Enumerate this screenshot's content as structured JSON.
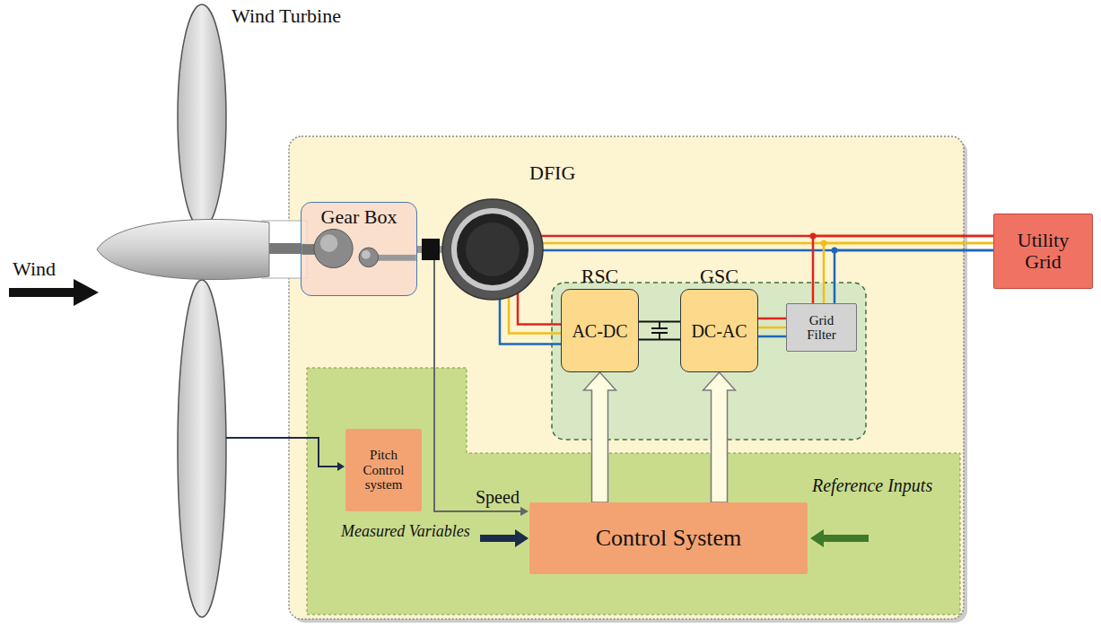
{
  "diagram": {
    "nodes": [
      {
        "text": [
          "Gear Box"
        ]
      },
      {
        "text": [
          "DFIG"
        ]
      },
      {
        "text": [
          "RSC",
          "AC-DC"
        ]
      },
      {
        "text": [
          "GSC",
          "DC-AC"
        ]
      },
      {
        "text": [
          "Grid Filter"
        ]
      },
      {
        "text": [
          "Utility Grid"
        ]
      },
      {
        "text": [
          "Pitch Control system"
        ]
      },
      {
        "text": [
          "Control System"
        ]
      }
    ],
    "edges": [
      {
        "from": 0,
        "to": 1,
        "arrow": "none"
      },
      {
        "from": 1,
        "to": 5,
        "arrow": "none"
      },
      {
        "from": 1,
        "to": 2,
        "arrow": "none"
      },
      {
        "from": 2,
        "to": 3,
        "arrow": "none"
      },
      {
        "from": 3,
        "to": 4,
        "arrow": "none"
      },
      {
        "from": 4,
        "to": 5,
        "arrow": "none"
      },
      {
        "from": 7,
        "to": 2,
        "arrow": "to"
      },
      {
        "from": 7,
        "to": 3,
        "arrow": "to"
      }
    ],
    "labels": [
      "Wind Turbine",
      "Wind",
      "Speed",
      "Measured Variables",
      "Reference Inputs"
    ]
  }
}
